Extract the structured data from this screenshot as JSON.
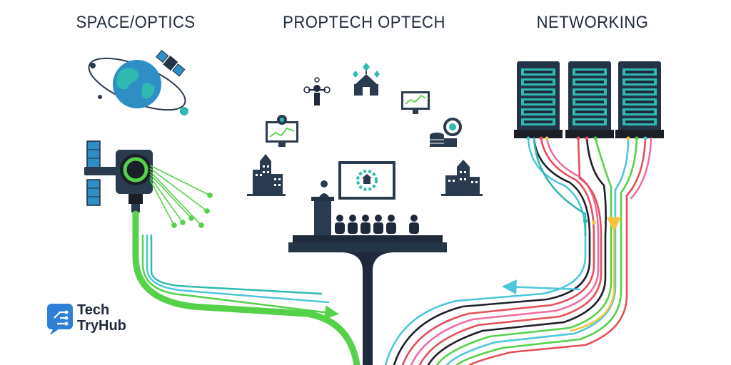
{
  "sections": {
    "left": "SPACE/OPTICS",
    "middle": "PROPTECH OPTECH",
    "right": "NETWORKING"
  },
  "logo": {
    "line1": "Tech",
    "line2": "TryHub"
  },
  "colors": {
    "navy": "#243447",
    "teal": "#2fb9b0",
    "green": "#55d14a",
    "cyan": "#4cc7d9",
    "red": "#e4505a",
    "pink": "#ee6fa0",
    "yellow": "#f5c542",
    "black": "#1c1f28",
    "globe": "#2f8fc5"
  }
}
